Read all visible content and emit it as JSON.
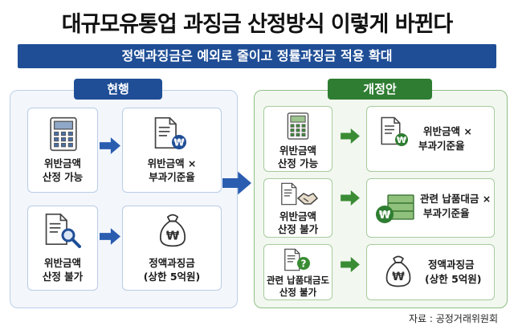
{
  "title": "대규모유통업 과징금 산정방식 이렇게 바뀐다",
  "subtitle": "정액과징금은 예외로 줄이고 정률과징금 적용 확대",
  "current": {
    "header": "현행",
    "row1": {
      "left_line1": "위반금액",
      "left_line2": "산정 가능",
      "right_line1": "위반금액 ×",
      "right_line2": "부과기준율"
    },
    "row2": {
      "left_line1": "위반금액",
      "left_line2": "산정 불가",
      "right_line1": "정액과징금",
      "right_line2": "(상한 5억원)"
    }
  },
  "revised": {
    "header": "개정안",
    "row1": {
      "left_line1": "위반금액",
      "left_line2": "산정 가능",
      "right_line1": "위반금액 ×",
      "right_line2": "부과기준율"
    },
    "row2": {
      "left_line1": "위반금액",
      "left_line2": "산정 불가",
      "right_line1": "관련 납품대금 ×",
      "right_line2": "부과기준율"
    },
    "row3": {
      "left_line1": "관련 납품대금도",
      "left_line2": "산정 불가",
      "right_line1": "정액과징금",
      "right_line2": "(상한 5억원)"
    }
  },
  "source": "자료 : 공정거래위원회",
  "icons": [
    "calculator-icon",
    "document-won-icon",
    "document-search-icon",
    "money-bag-icon",
    "document-handshake-icon",
    "cash-stack-icon",
    "document-question-icon",
    "arrow-right-icon"
  ],
  "colors": {
    "blue": "#1f4e96",
    "green": "#2f7d32",
    "current_bg": "#f3f6fb",
    "revised_bg": "#f2f7f0"
  }
}
